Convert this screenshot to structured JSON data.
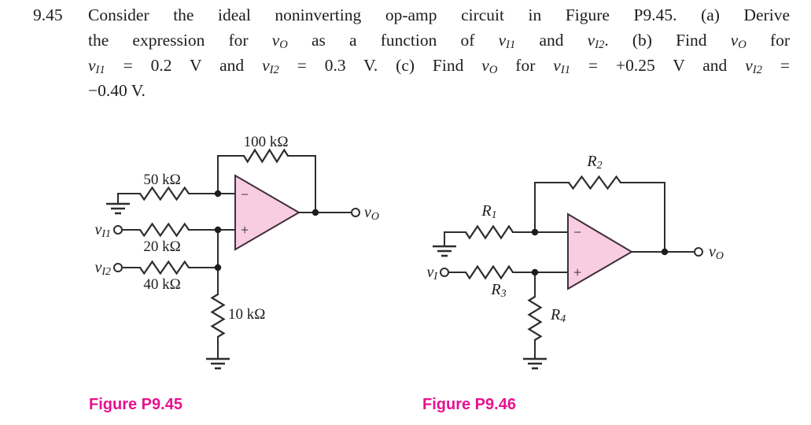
{
  "colors": {
    "caption": "#e7128e",
    "opamp_fill": "#f8cde1",
    "opamp_stroke": "#402f3a",
    "wire": "#2d2d2d",
    "text": "#1d1d1d"
  },
  "problem": {
    "number": "9.45",
    "lines": [
      {
        "justify": true,
        "segments": [
          {
            "t": "Consider the ideal noninverting op-amp circuit in Figure P9.45. (a) Derive"
          }
        ]
      },
      {
        "justify": true,
        "segments": [
          {
            "t": "the expression for "
          },
          {
            "m": "v",
            "s": "O"
          },
          {
            "t": " as a function of "
          },
          {
            "m": "v",
            "s": "I1"
          },
          {
            "t": " and "
          },
          {
            "m": "v",
            "s": "I2"
          },
          {
            "t": ". (b) Find "
          },
          {
            "m": "v",
            "s": "O"
          },
          {
            "t": " for"
          }
        ]
      },
      {
        "justify": true,
        "segments": [
          {
            "m": "v",
            "s": "I1"
          },
          {
            "t": " = 0.2 V and "
          },
          {
            "m": "v",
            "s": "I2"
          },
          {
            "t": " = 0.3 V. (c) Find "
          },
          {
            "m": "v",
            "s": "O"
          },
          {
            "t": " for "
          },
          {
            "m": "v",
            "s": "I1"
          },
          {
            "t": " = +0.25 V and "
          },
          {
            "m": "v",
            "s": "I2"
          },
          {
            "t": " ="
          }
        ]
      },
      {
        "justify": false,
        "segments": [
          {
            "t": "−0.40 V."
          }
        ]
      }
    ]
  },
  "fig1": {
    "caption": "Figure P9.45",
    "opamp": {
      "minus": "−",
      "plus": "+"
    },
    "resistors": {
      "feedback": "100 kΩ",
      "ground_in": "50 kΩ",
      "input1": "20 kΩ",
      "input2": "40 kΩ",
      "shunt": "10 kΩ"
    },
    "terminals": {
      "vi1": {
        "base": "v",
        "sub": "I1"
      },
      "vi2": {
        "base": "v",
        "sub": "I2"
      },
      "vo": {
        "base": "v",
        "sub": "O"
      }
    }
  },
  "fig2": {
    "caption": "Figure P9.46",
    "opamp": {
      "minus": "−",
      "plus": "+"
    },
    "resistors": {
      "r1": {
        "base": "R",
        "sub": "1"
      },
      "r2": {
        "base": "R",
        "sub": "2"
      },
      "r3": {
        "base": "R",
        "sub": "3"
      },
      "r4": {
        "base": "R",
        "sub": "4"
      }
    },
    "terminals": {
      "vi": {
        "base": "v",
        "sub": "I"
      },
      "vo": {
        "base": "v",
        "sub": "O"
      }
    }
  }
}
